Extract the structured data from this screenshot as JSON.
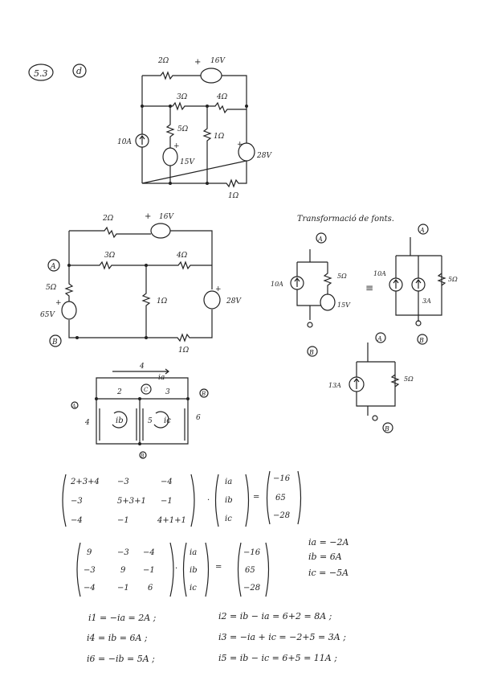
{
  "header": {
    "problem": "5.3",
    "part": "d"
  },
  "circuit1": {
    "r_top": "2Ω",
    "v_top": "16V",
    "r_mid_left": "3Ω",
    "r_mid_right": "4Ω",
    "r_left_branch": "5Ω",
    "r_mid_branch": "1Ω",
    "r_bottom": "1Ω",
    "i_source": "10A",
    "v_source_left": "15V",
    "v_source_right": "28V",
    "plus": "+"
  },
  "circuit2": {
    "r_top": "2Ω",
    "v_top": "16V",
    "r_mid_left": "3Ω",
    "r_mid_right": "4Ω",
    "r_left": "5Ω",
    "v_left": "65V",
    "r_mid_branch": "1Ω",
    "v_right": "28V",
    "r_bottom": "1Ω",
    "node_a": "A",
    "node_b": "B",
    "plus": "+"
  },
  "transform": {
    "title": "Transformació de fonts.",
    "i1": "10A",
    "r1": "5Ω",
    "v1": "15V",
    "i2": "10A",
    "i3": "3A",
    "r2": "5Ω",
    "i4": "13A",
    "r3": "5Ω",
    "node_a": "A",
    "node_b": "B",
    "equiv": "≡"
  },
  "mesh": {
    "r_top": "4",
    "r_mid_left": "2",
    "r_mid_right": "3",
    "r_left": "4",
    "r_mid": "5",
    "r_right": "6",
    "ia": "ia",
    "ib": "ib",
    "ic": "ic",
    "node_a": "A",
    "node_b": "B",
    "node_c": "C"
  },
  "matrix1": {
    "rows": [
      [
        "2+3+4",
        "−3",
        "−4"
      ],
      [
        "−3",
        "5+3+1",
        "−1"
      ],
      [
        "−4",
        "−1",
        "4+1+1"
      ]
    ],
    "vars": [
      "ia",
      "ib",
      "ic"
    ],
    "rhs": [
      "−16",
      "65",
      "−28"
    ]
  },
  "matrix2": {
    "rows": [
      [
        "9",
        "−3",
        "−4"
      ],
      [
        "−3",
        "9",
        "−1"
      ],
      [
        "−4",
        "−1",
        "6"
      ]
    ],
    "vars": [
      "ia",
      "ib",
      "ic"
    ],
    "rhs": [
      "−16",
      "65",
      "−28"
    ]
  },
  "solution": [
    "ia = −2A",
    "ib = 6A",
    "ic = −5A"
  ],
  "results": [
    [
      "i1 = −ia = 2A ;",
      "i2 = ib − ia = 6+2 = 8A ;"
    ],
    [
      "i4 = ib = 6A ;",
      "i3 = −ia + ic = −2+5 = 3A ;"
    ],
    [
      "i6 = −ib = 5A ;",
      "i5 = ib − ic = 6+5 = 11A ;"
    ]
  ]
}
